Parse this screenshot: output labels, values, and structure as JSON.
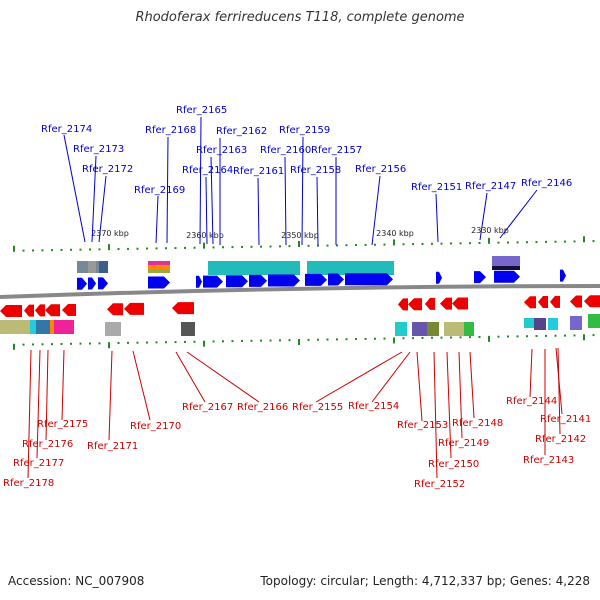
{
  "title": "Rhodoferax ferrireducens T118, complete genome",
  "footer": {
    "accession": "Accession: NC_007908",
    "summary": "Topology: circular; Length: 4,712,337 bp; Genes: 4,228"
  },
  "colors": {
    "forward": "#0000ee",
    "reverse": "#ee0000",
    "backbone": "#888888",
    "tick": "#228822"
  },
  "kbp_labels": [
    "2370 kbp",
    "2360 kbp",
    "2350 kbp",
    "2340 kbp",
    "2330 kbp"
  ],
  "forward_labels": [
    "Rfer_2174",
    "Rfer_2173",
    "Rfer_2172",
    "Rfer_2169",
    "Rfer_2168",
    "Rfer_2165",
    "Rfer_2164",
    "Rfer_2163",
    "Rfer_2162",
    "Rfer_2161",
    "Rfer_2160",
    "Rfer_2159",
    "Rfer_2158",
    "Rfer_2157",
    "Rfer_2156",
    "Rfer_2151",
    "Rfer_2147",
    "Rfer_2146"
  ],
  "reverse_labels": [
    "Rfer_2178",
    "Rfer_2177",
    "Rfer_2176",
    "Rfer_2175",
    "Rfer_2171",
    "Rfer_2170",
    "Rfer_2167",
    "Rfer_2166",
    "Rfer_2155",
    "Rfer_2154",
    "Rfer_2153",
    "Rfer_2152",
    "Rfer_2150",
    "Rfer_2149",
    "Rfer_2148",
    "Rfer_2144",
    "Rfer_2143",
    "Rfer_2142",
    "Rfer_2141"
  ]
}
